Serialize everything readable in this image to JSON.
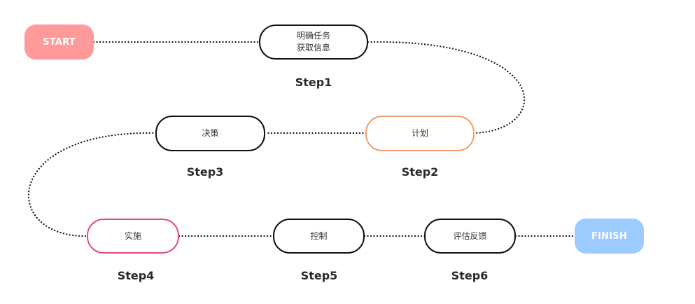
{
  "diagram": {
    "start": {
      "label": "START",
      "color": "#ff9a9a"
    },
    "finish": {
      "label": "FINISH",
      "color": "#9ccbff"
    },
    "nodes": [
      {
        "step": "Step1",
        "lines": [
          "明确任务",
          "获取信息"
        ],
        "border_color": "#111111"
      },
      {
        "step": "Step2",
        "lines": [
          "计划"
        ],
        "border_color": "#f0a070"
      },
      {
        "step": "Step3",
        "lines": [
          "决策"
        ],
        "border_color": "#111111"
      },
      {
        "step": "Step4",
        "lines": [
          "实施"
        ],
        "border_color": "#e0507a"
      },
      {
        "step": "Step5",
        "lines": [
          "控制"
        ],
        "border_color": "#111111"
      },
      {
        "step": "Step6",
        "lines": [
          "评估反馈"
        ],
        "border_color": "#111111"
      }
    ]
  }
}
